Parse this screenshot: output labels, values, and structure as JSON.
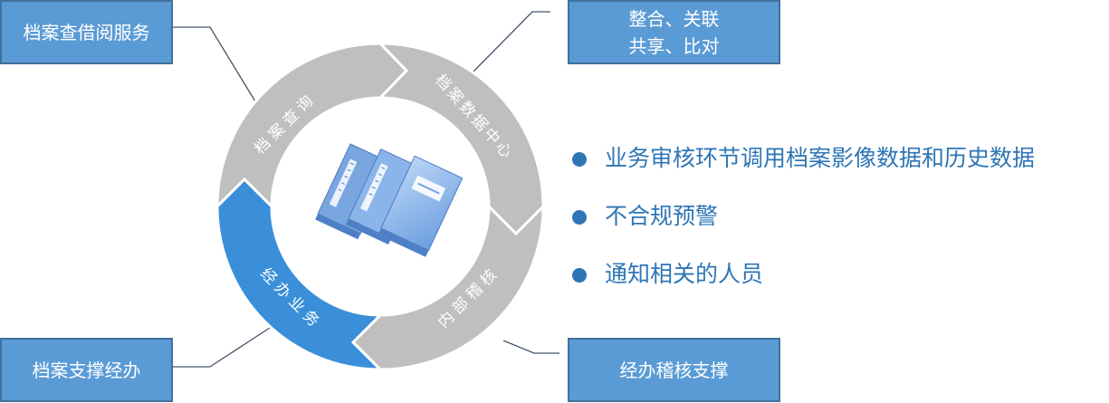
{
  "boxes": {
    "top_left": "档案查借阅服务",
    "top_right_line1": "整合、关联",
    "top_right_line2": "共享、比对",
    "bottom_left": "档案支撑经办",
    "bottom_right": "经办稽核支撑"
  },
  "ring": {
    "segment_query": "档案查询",
    "segment_data_center": "档案数据中心",
    "segment_audit": "内部稽核",
    "segment_business": "经办业务"
  },
  "bullets": [
    "业务审核环节调用档案影像数据和历史数据",
    "不合规预警",
    "通知相关的人员"
  ],
  "colors": {
    "box_fill": "#5b9bd5",
    "ring_gray": "#bfbfbf",
    "ring_blue": "#3a8fd8",
    "bullet_text": "#2e75b6"
  },
  "icons": {
    "center": "archive-folders-icon"
  }
}
